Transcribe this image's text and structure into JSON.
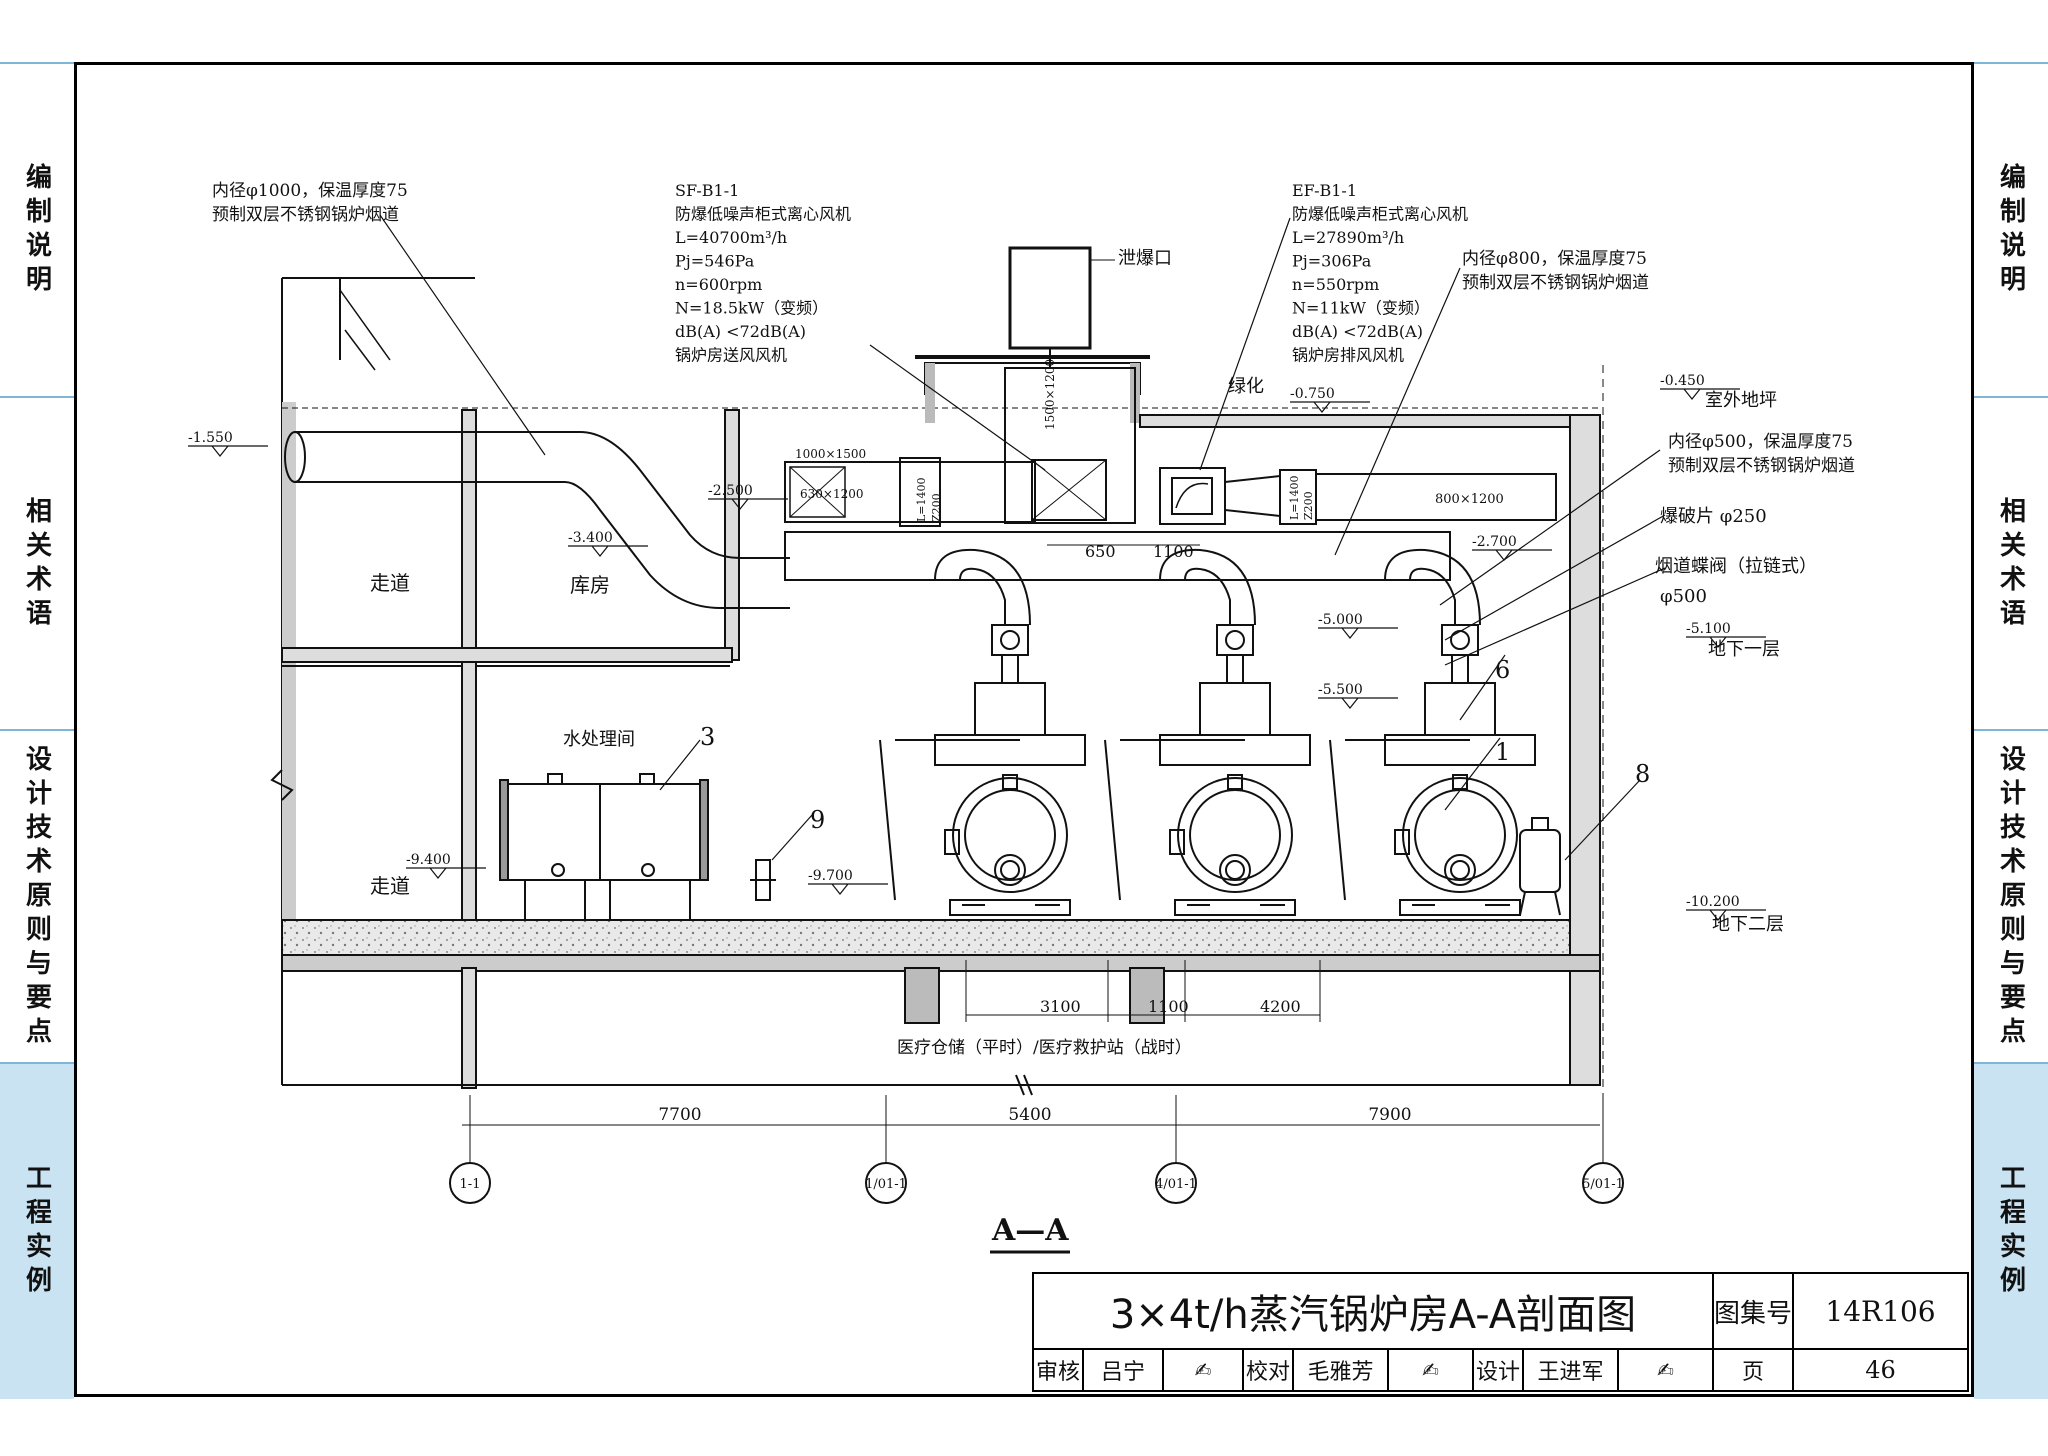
{
  "side_tabs": [
    "编制说明",
    "相关术语",
    "设计技术原则与要点",
    "工程实例"
  ],
  "side_tab_active": 3,
  "labels": {
    "flue_main": [
      "内径φ1000，保温厚度75",
      "预制双层不锈钢锅炉烟道"
    ],
    "sf_fan": [
      "SF-B1-1",
      "防爆低噪声柜式离心风机",
      "L=40700m³/h",
      "Pj=546Pa",
      "n=600rpm",
      "N=18.5kW（变频）",
      "dB(A) <72dB(A)",
      "锅炉房送风风机"
    ],
    "ef_fan": [
      "EF-B1-1",
      "防爆低噪声柜式离心风机",
      "L=27890m³/h",
      "Pj=306Pa",
      "n=550rpm",
      "N=11kW（变频）",
      "dB(A) <72dB(A)",
      "锅炉房排风风机"
    ],
    "flue_800": [
      "内径φ800，保温厚度75",
      "预制双层不锈钢锅炉烟道"
    ],
    "flue_500": [
      "内径φ500，保温厚度75",
      "预制双层不锈钢锅炉烟道"
    ],
    "explosion_vent": "泄爆口",
    "greening": "绿化",
    "outdoor_ground": "室外地坪",
    "burst_disc": "爆破片 φ250",
    "flue_damper": [
      "烟道蝶阀（拉链式）",
      "φ500"
    ],
    "b1": "地下一层",
    "b2": "地下二层",
    "corridor": "走道",
    "storeroom": "库房",
    "water_room": "水处理间",
    "medical": "医疗仓储（平时）/医疗救护站（战时）",
    "section_name": "A—A",
    "duct_1000x1500": "1000×1500",
    "duct_630x1200": "630×1200",
    "duct_1500x1200": "1500×1200",
    "duct_800x1200": "800×1200",
    "duct_l1400": "L=1400",
    "duct_z200": "Z200",
    "numbers": [
      "1",
      "3",
      "6",
      "8",
      "9"
    ]
  },
  "elevations": [
    "-1.550",
    "-2.500",
    "-3.400",
    "-0.450",
    "-0.750",
    "-2.700",
    "-5.000",
    "-5.100",
    "-5.500",
    "-9.400",
    "-9.700",
    "-10.200"
  ],
  "dims": {
    "inner": [
      "650",
      "1100",
      "3100",
      "1100",
      "4200"
    ],
    "axis_spans": [
      "7700",
      "5400",
      "7900"
    ],
    "axes": [
      "1-1",
      "1/01-1",
      "4/01-1",
      "5/01-1"
    ]
  },
  "title_block": {
    "title": "3×4t/h蒸汽锅炉房A-A剖面图",
    "atlas_label": "图集号",
    "atlas_no": "14R106",
    "review_label": "审核",
    "reviewer": "吕宁",
    "check_label": "校对",
    "checker": "毛雅芳",
    "design_label": "设计",
    "designer": "王进军",
    "page_label": "页",
    "page_no": "46"
  }
}
